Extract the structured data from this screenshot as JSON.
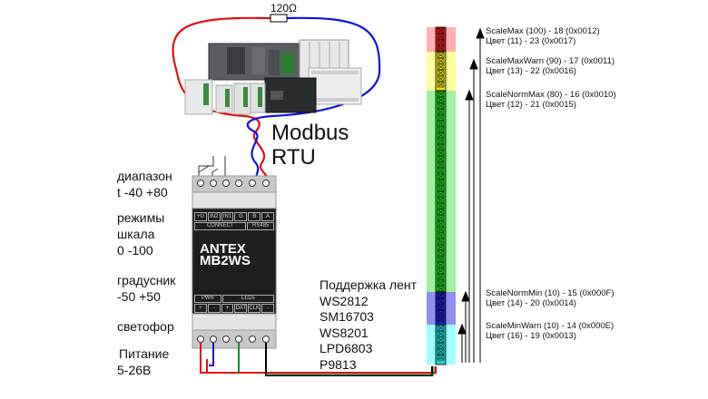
{
  "resistor": {
    "label": "120Ω"
  },
  "bus": {
    "line1": "Modbus",
    "line2": "RTU"
  },
  "modes": [
    {
      "line1": "диапазон",
      "line2": "t -40 +80"
    },
    {
      "line1": "режимы",
      "line2": "шкала",
      "line3": " 0 -100"
    },
    {
      "line1": "градусник",
      "line2": "-50 +50"
    },
    {
      "line1": "светофор"
    },
    {
      "line1": "Питание",
      "line2": "5-26В"
    }
  ],
  "device": {
    "brand": "ANTEX",
    "model": "MB2WS",
    "top_pins": [
      "+U",
      "IN2",
      "IN1",
      "G",
      "B",
      "A"
    ],
    "top_groups": [
      "CONNECT",
      "RS485"
    ],
    "bottom_groups": [
      "PWR",
      "LEDs"
    ],
    "bottom_pins": [
      "+",
      "-",
      "+",
      "DAT",
      "CLK",
      "-"
    ]
  },
  "strip_support": {
    "title": "Поддержка лент",
    "models": [
      "WS2812",
      "SM16703",
      "WS8201",
      "LPD6803",
      "P9813"
    ]
  },
  "zones": [
    {
      "name": "max",
      "color": "#e82020",
      "glow": "#ffb0b0"
    },
    {
      "name": "warn",
      "color": "#e8e020",
      "glow": "#ffffa0"
    },
    {
      "name": "norm",
      "color": "#20d020",
      "glow": "#a0f0a0"
    },
    {
      "name": "normmin",
      "color": "#2020d0",
      "glow": "#9090f0"
    },
    {
      "name": "minwarn",
      "color": "#20d0d0",
      "glow": "#a0ffff"
    }
  ],
  "registers": [
    {
      "line1": "ScaleMax (100)  - 18 (0x0012)",
      "line2": "Цвет (11)   - 23 (0x0017)"
    },
    {
      "line1": "ScaleMaxWarn (90)  - 17 (0x0011)",
      "line2": "Цвет (13)   - 22 (0x0016)"
    },
    {
      "line1": "ScaleNormMax (80)  - 16 (0x0010)",
      "line2": "Цвет (12)   - 21 (0x0015)"
    },
    {
      "line1": "ScaleNormMin (10)  - 15 (0x000F)",
      "line2": "Цвет (14)   - 20 (0x0014)"
    },
    {
      "line1": "ScaleMinWarn (10)  - 14 (0x000E)",
      "line2": "Цвет (16) -  19 (0x0013)"
    }
  ],
  "wire_colors": {
    "red": "#e01010",
    "blue": "#1010e0",
    "green": "#109030",
    "black": "#000000"
  }
}
